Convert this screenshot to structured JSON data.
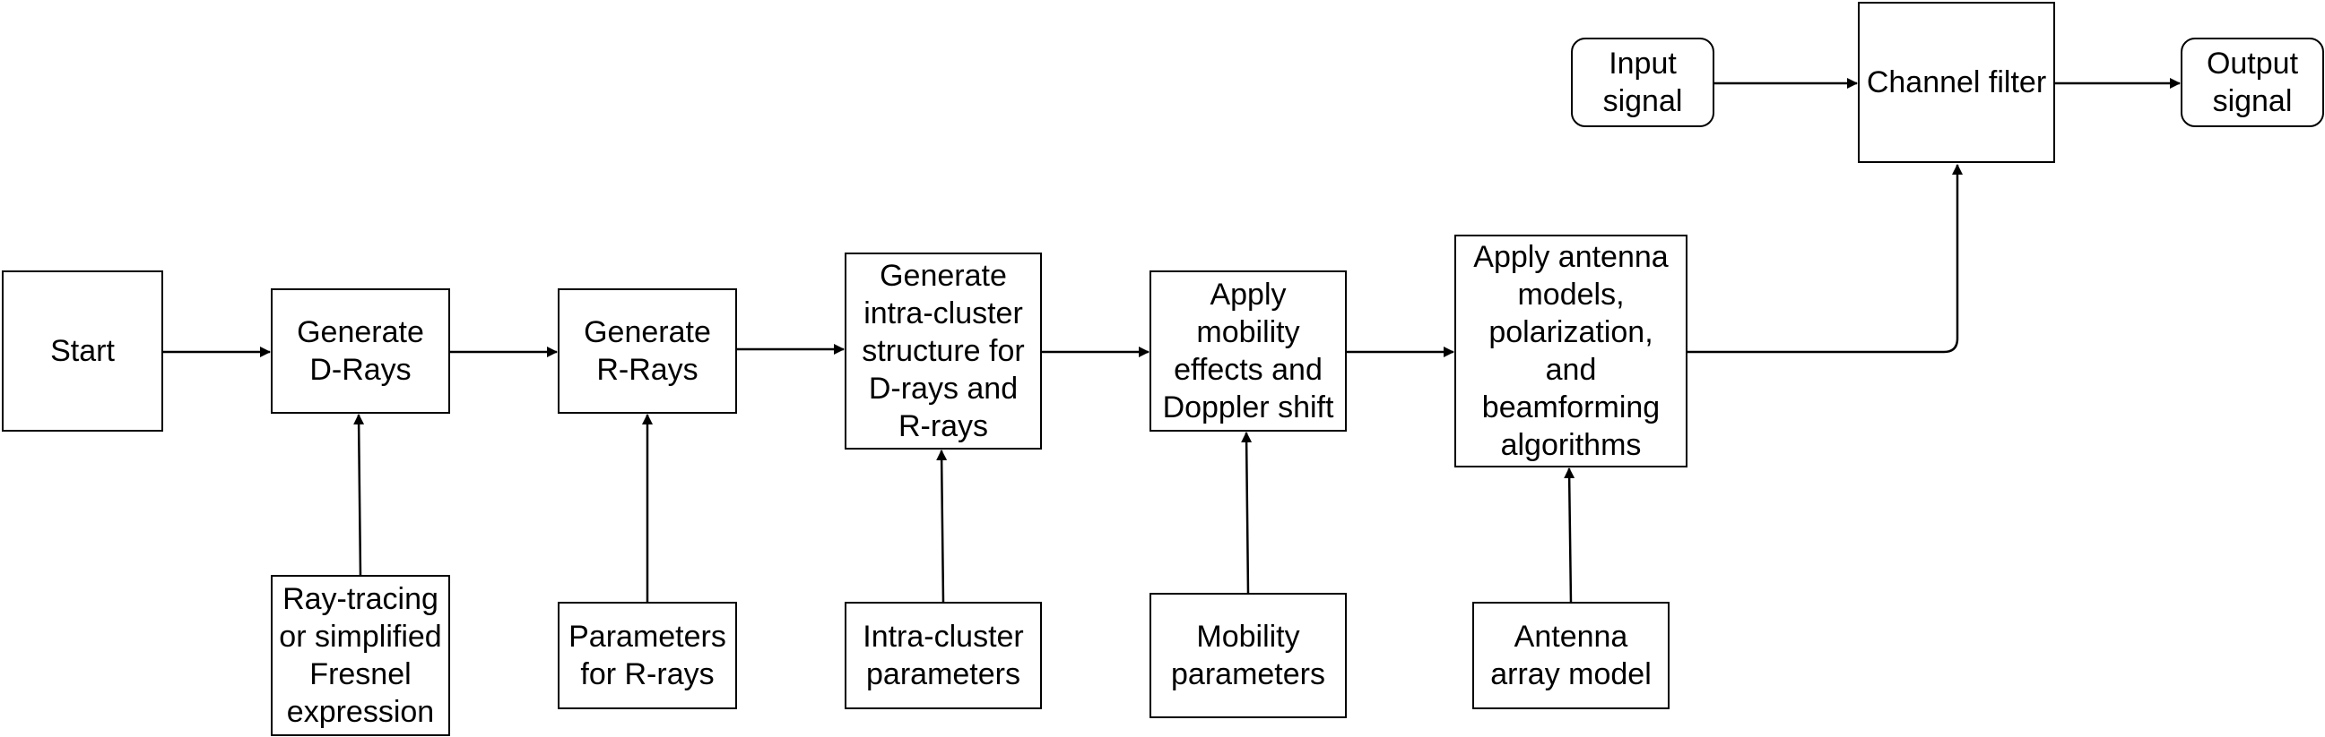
{
  "nodes": {
    "start": "Start",
    "gen_d_rays": "Generate\nD-Rays",
    "gen_r_rays": "Generate\nR-Rays",
    "gen_intra": "Generate\nintra-cluster\nstructure for\nD-rays and\nR-rays",
    "apply_mobility": "Apply\nmobility\neffects and\nDoppler shift",
    "apply_antenna": "Apply antenna\nmodels,\npolarization,\nand\nbeamforming\nalgorithms",
    "raytracing": "Ray-tracing\nor simplified\nFresnel\nexpression",
    "params_r_rays": "Parameters\nfor R-rays",
    "intra_params": "Intra-cluster\nparameters",
    "mobility_params": "Mobility\nparameters",
    "antenna_model": "Antenna\narray model",
    "input_signal": "Input\nsignal",
    "channel_filter": "Channel filter",
    "output_signal": "Output\nsignal"
  }
}
